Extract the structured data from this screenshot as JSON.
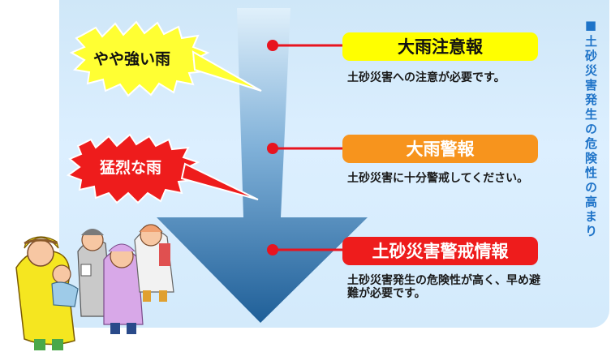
{
  "side_title": "■土砂災害発生の危険性の高まり",
  "rain_tags": [
    {
      "text": "やや強い雨",
      "color": "#ffff33",
      "text_color": "#111111"
    },
    {
      "text": "猛烈な雨",
      "color": "#ee1c1c",
      "text_color": "#ffffff"
    }
  ],
  "levels": [
    {
      "label": "大雨注意報",
      "color": "#ffff00",
      "text_color": "#111111",
      "description": "土砂災害への注意が必要です。"
    },
    {
      "label": "大雨警報",
      "color": "#f7941d",
      "text_color": "#ffffff",
      "description": "土砂災害に十分警戒してください。"
    },
    {
      "label": "土砂災害警戒情報",
      "color": "#ee1c1c",
      "text_color": "#ffffff",
      "description": "土砂災害発生の危険性が高く、早め避難が必要です。"
    }
  ],
  "colors": {
    "arrow_top": "#e0f0fb",
    "arrow_bottom": "#1f5f98",
    "connector": "#e8141f"
  }
}
